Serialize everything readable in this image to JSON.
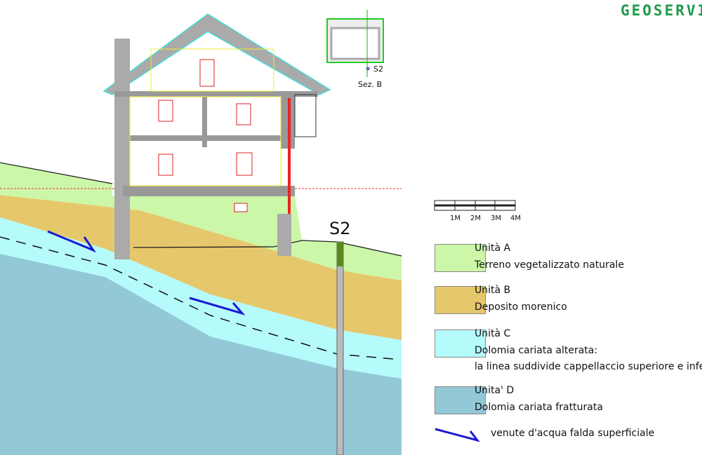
{
  "brand": "GEOSERVIZI",
  "plan": {
    "borehole": "S2",
    "section": "Sez. B"
  },
  "borehole_label": "S2",
  "scale": {
    "ticks": [
      "1M",
      "2M",
      "3M",
      "4M"
    ]
  },
  "legend": [
    {
      "title": "Unità A",
      "desc": "Terreno vegetalizzato naturale",
      "color": "#ccf7a8"
    },
    {
      "title": "Unità B",
      "desc": "Deposito morenico",
      "color": "#e6c86c"
    },
    {
      "title": "Unità C",
      "desc": "Dolomia cariata alterata:",
      "desc2": "la linea suddivide cappellaccio superiore e inferiore",
      "color": "#b5fbfb"
    },
    {
      "title": "Unita' D",
      "desc": "Dolomia cariata fratturata",
      "color": "#93c9d6"
    }
  ],
  "water_legend": "venute d'acqua falda superficiale"
}
